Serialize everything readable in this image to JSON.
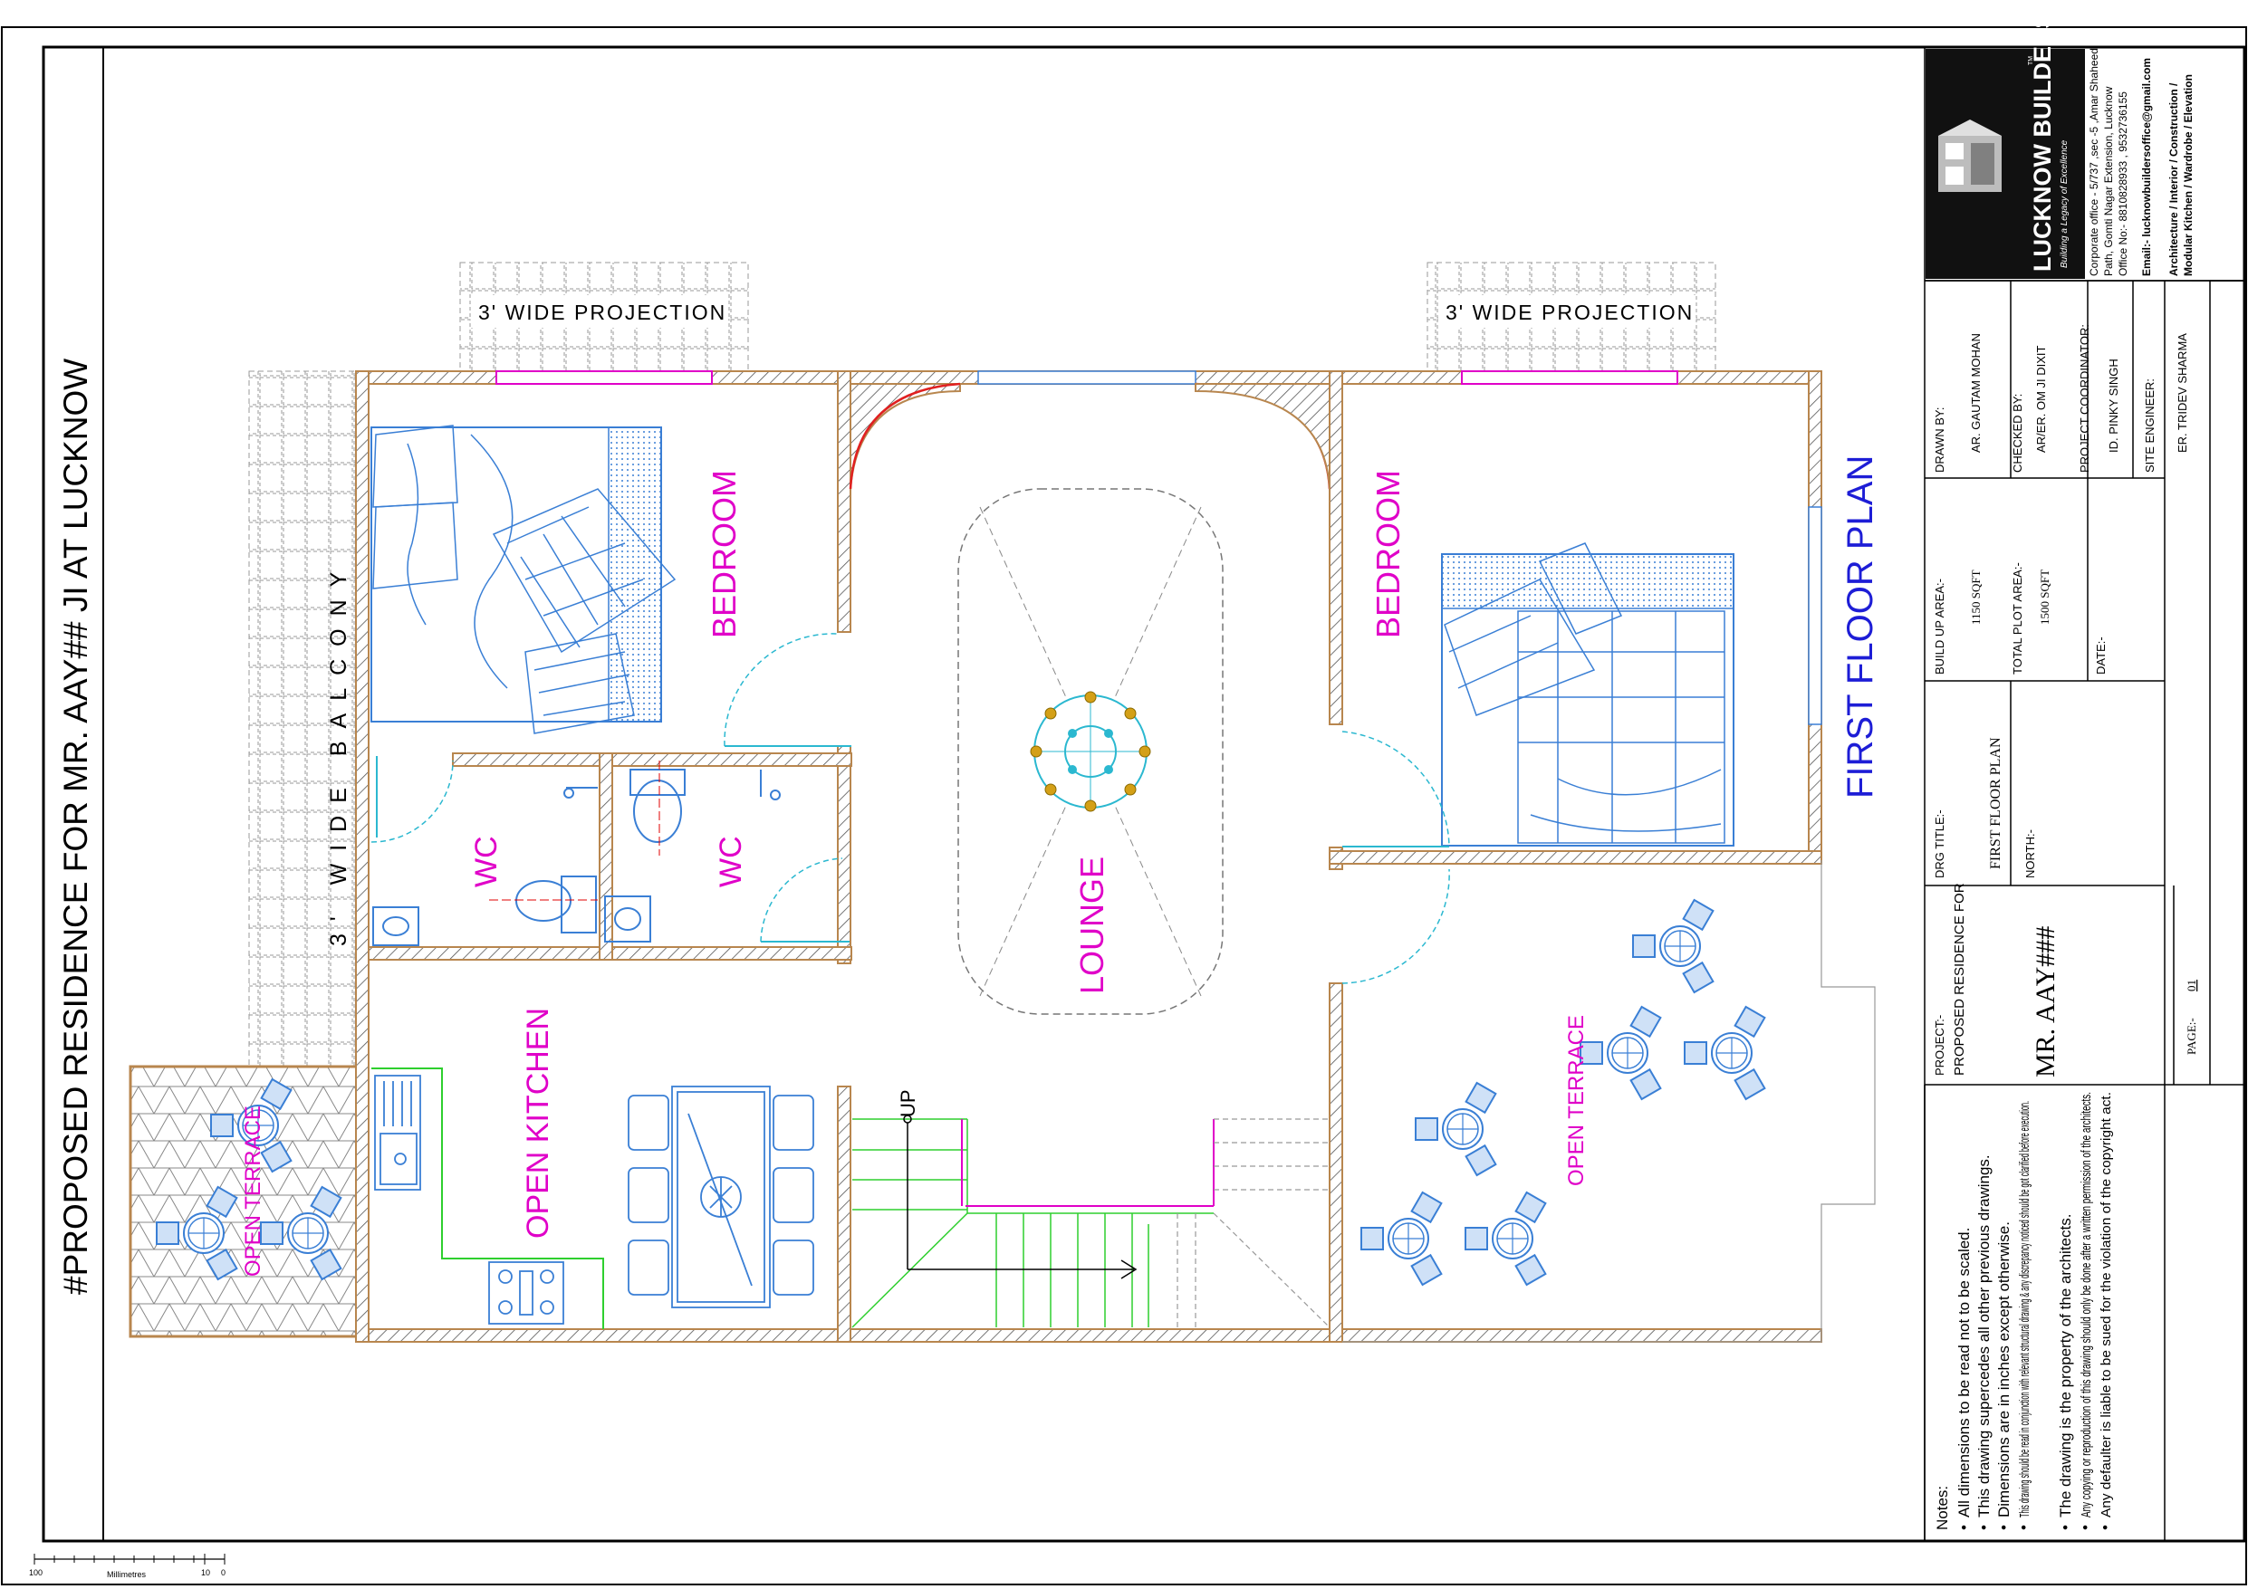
{
  "sheet": {
    "main_title": "#PROPOSED RESIDENCE FOR MR. AAY## JI AT LUCKNOW",
    "plan_heading": "FIRST FLOOR PLAN",
    "scale_caption": "Millimetres",
    "scale_ticks": [
      "100",
      "10",
      "0"
    ]
  },
  "rooms": {
    "bedroom_left": "BEDROOM",
    "bedroom_right": "BEDROOM",
    "wc_left": "WC",
    "wc_right": "WC",
    "lounge": "LOUNGE",
    "open_kitchen": "OPEN KITCHEN",
    "open_terrace_left": "OPEN TERRACE",
    "open_terrace_right": "OPEN TERRACE",
    "balcony": "3' WIDE BALCONY",
    "projection_left": "3' WIDE PROJECTION",
    "projection_right": "3' WIDE PROJECTION",
    "stair_up": "UP"
  },
  "notes": {
    "heading": "Notes:",
    "items": [
      "All dimensions to be read not to be scaled.",
      "This drawing supercedes all other previous drawings.",
      "Dimensions are in inches except otherwise.",
      "This drawing should be read in conjunction with relevant structural drawing & any discrepancy noticed should be got clarified before execution.",
      "The drawing is the property of the architects.",
      "Any copying or reproduction of this drawing should only be done after a written permission of the architects.",
      "Any defaulter is liable to be sued for the violation of the copyright act."
    ]
  },
  "title_block": {
    "project_label": "PROJECT:-",
    "project_value": "PROPOSED RESIDENCE FOR",
    "client_name": "MR. AAY###",
    "page_label": "PAGE:-",
    "page_value": "01",
    "drg_title_label": "DRG TITLE:-",
    "drg_title_value": "FIRST FLOOR PLAN",
    "north_label": "NORTH:-",
    "build_up_label": "BUILD UP AREA:-",
    "build_up_value": "1150 SQFT",
    "plot_area_label": "TOTAL PLOT AREA:-",
    "plot_area_value": "1500 SQFT",
    "date_label": "DATE:-",
    "drawn_by_label": "DRAWN BY:",
    "drawn_by_value": "AR. GAUTAM MOHAN",
    "checked_by_label": "CHECKED BY:",
    "checked_by_value": "AR/ER. OM JI DIXIT",
    "coordinator_label": "PROJECT COORDINATOR:",
    "coordinator_value": "ID. PINKY SINGH",
    "site_engineer_label": "SITE ENGINEER:",
    "site_engineer_value": "ER. TRIDEV SHARMA"
  },
  "company": {
    "name": "LUCKNOW BUILDERS",
    "tm": "TM",
    "tagline": "Building a Legacy of Excellence",
    "address_1": "Corporate office - 5/737 ,sec -5 ,Amar Shaheed",
    "address_2": "Path, Gomti Nagar Extension, Lucknow",
    "phone": "Office No:- 8810828933 , 9532736155",
    "email": "Email:- lucknowbuildersoffice@gmail.com",
    "services_1": "Architecture / Interior / Construction /",
    "services_2": "Modular Kitchen / Wardrobe / Elevation"
  },
  "colors": {
    "room_label": "#e000c8",
    "plan_heading": "#1d1dd6",
    "furniture": "#3a7fd5",
    "wall_hatch": "#b8864e",
    "stair": "#2ecf2e"
  }
}
